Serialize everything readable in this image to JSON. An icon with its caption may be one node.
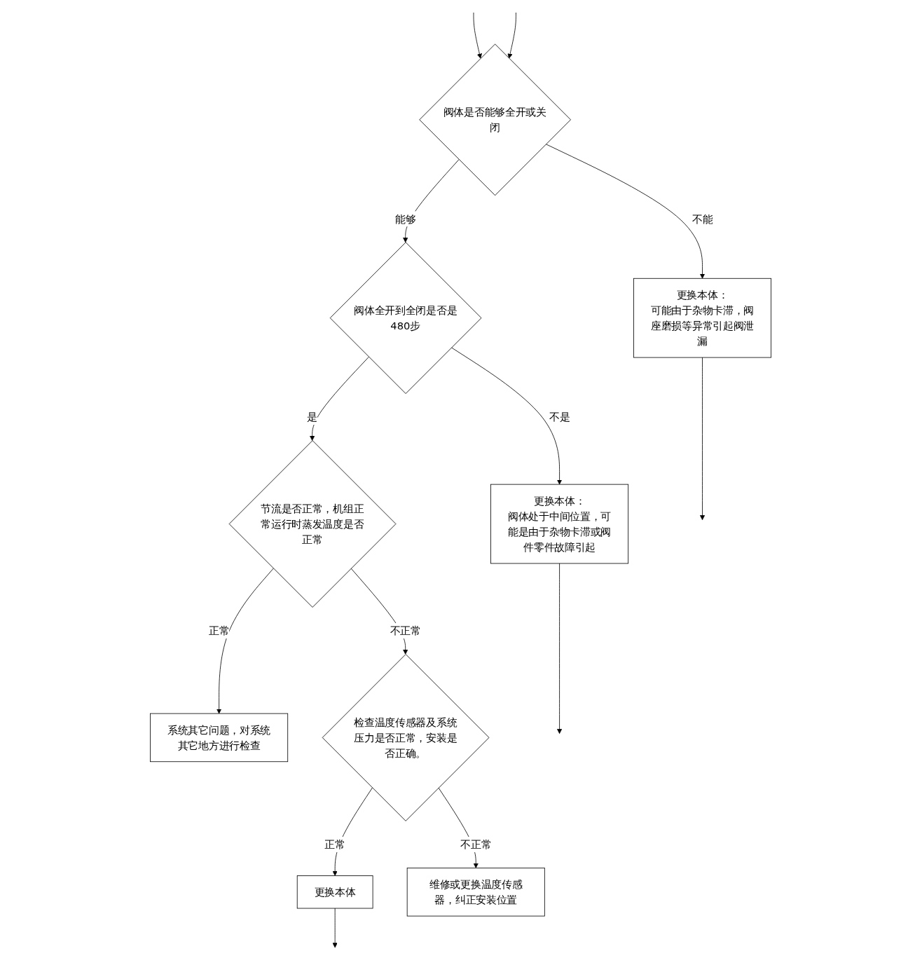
{
  "diagram": {
    "nodes": [
      {
        "text": [
          "阀体是否能够全开或关闭"
        ]
      },
      {
        "text": [
          "更换本体：",
          "可能由于杂物卡滞，阀座磨损等异常引起阀泄漏"
        ]
      },
      {
        "text": [
          "阀体全开到全闭是否是480步"
        ]
      },
      {
        "text": [
          "更换本体：",
          "阀体处于中间位置，可能是由于杂物卡滞或阀件零件故障引起"
        ]
      },
      {
        "text": [
          "节流是否正常，机组正常运行时蒸发温度是否正常"
        ]
      },
      {
        "text": [
          "系统其它问题，对系统其它地方进行检查"
        ]
      },
      {
        "text": [
          "检查温度传感器及系统压力是否正常，安装是否正确。"
        ]
      },
      {
        "text": [
          "更换本体"
        ]
      },
      {
        "text": [
          "维修或更换温度传感器，纠正安装位置"
        ]
      }
    ],
    "edges": [
      {
        "from": null,
        "to": 0,
        "arrow": "to"
      },
      {
        "from": null,
        "to": 0,
        "arrow": "to"
      },
      {
        "from": 0,
        "to": 1,
        "arrow": "to",
        "label": "不能"
      },
      {
        "from": 1,
        "to": null,
        "arrow": "to"
      },
      {
        "from": 0,
        "to": 2,
        "arrow": "to",
        "label": "能够"
      },
      {
        "from": 2,
        "to": 3,
        "arrow": "to",
        "label": "不是"
      },
      {
        "from": 3,
        "to": null,
        "arrow": "to"
      },
      {
        "from": 2,
        "to": 4,
        "arrow": "to",
        "label": "是"
      },
      {
        "from": 4,
        "to": 6,
        "arrow": "to",
        "label": "不正常"
      },
      {
        "from": 4,
        "to": 5,
        "arrow": "to",
        "label": "正常"
      },
      {
        "from": 6,
        "to": 7,
        "arrow": "to",
        "label": "正常"
      },
      {
        "from": 7,
        "to": null,
        "arrow": "to"
      },
      {
        "from": 6,
        "to": 8,
        "arrow": "to",
        "label": "不正常"
      }
    ]
  }
}
